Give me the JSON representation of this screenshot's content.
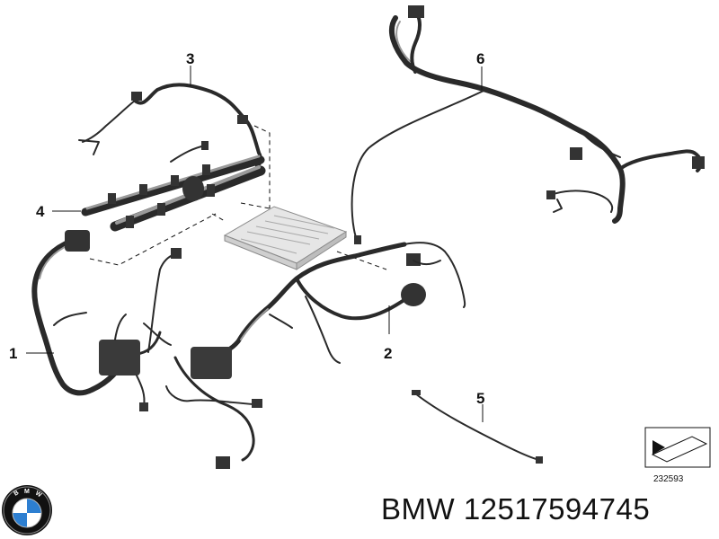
{
  "diagram": {
    "callouts": [
      {
        "id": "1",
        "label": "1"
      },
      {
        "id": "2",
        "label": "2"
      },
      {
        "id": "3",
        "label": "3"
      },
      {
        "id": "4",
        "label": "4"
      },
      {
        "id": "5",
        "label": "5"
      },
      {
        "id": "6",
        "label": "6"
      }
    ],
    "reference_number": "232593"
  },
  "part": {
    "title": "BMW 12517594745"
  },
  "logo": {
    "name": "bmw-roundel-logo",
    "lettering": "BMW"
  },
  "colors": {
    "wire": "#2a2a2a",
    "module": "#d9d9d9",
    "logo_blue": "#2d7fd1"
  }
}
